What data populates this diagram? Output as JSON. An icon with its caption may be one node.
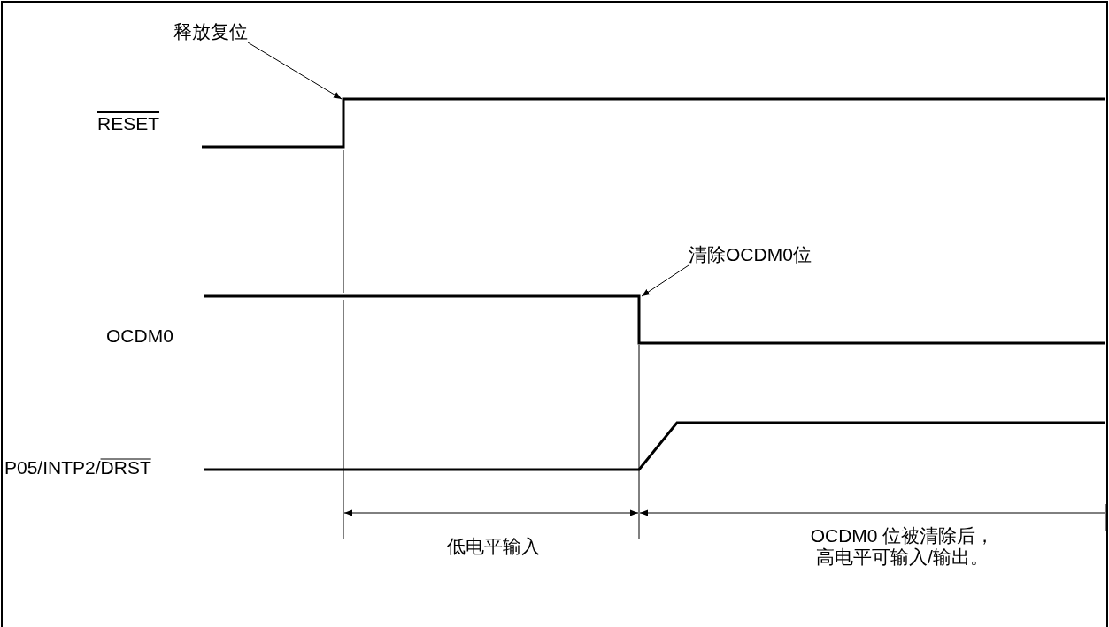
{
  "diagram": {
    "nodes": [
      {
        "text": [
          "释放复位"
        ]
      },
      {
        "text": [],
        "shape": "line"
      },
      {
        "text": [
          "清除OCDM0位"
        ]
      },
      {
        "text": [],
        "shape": "line"
      }
    ],
    "edges": [
      {
        "from": 0,
        "to": 1,
        "arrow": "to"
      },
      {
        "from": 2,
        "to": 3,
        "arrow": "to"
      }
    ],
    "labels": [
      "RESET",
      "OCDM0",
      "P05/INTP2/DRST",
      "低电平输入",
      "OCDM0 位被清除后，高电平可输入/输出。"
    ]
  }
}
